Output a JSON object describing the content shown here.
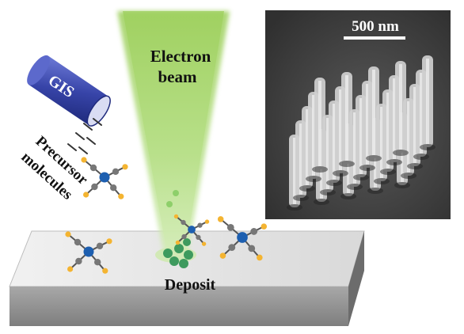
{
  "labels": {
    "gis": "GIS",
    "electron_beam_line1": "Electron",
    "electron_beam_line2": "beam",
    "precursor_line1": "Precursor",
    "precursor_line2": "molecules",
    "deposit": "Deposit",
    "scale_bar": "500 nm"
  },
  "colors": {
    "beam": "#a6d86a",
    "substrate_top": "#e6e6e6",
    "substrate_front": "#9a9a9a",
    "substrate_side": "#6c6c6c",
    "gis_body": "#3b49b0",
    "center_atom": "#1d5fb0",
    "gray_atom": "#777777",
    "ligand_atom": "#f4b431",
    "deposit_atom": "#3e9a5e",
    "sem_background": "#4a4a4a"
  },
  "icons": [
    "gis-nozzle-icon",
    "precursor-molecule-icon",
    "sem-micrograph-image"
  ]
}
